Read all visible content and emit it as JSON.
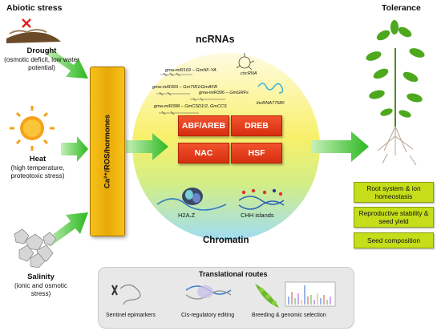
{
  "stress": {
    "title": "Abiotic stress",
    "drought": {
      "name": "Drought",
      "desc": "(osmotic deficit, low water potential)"
    },
    "heat": {
      "name": "Heat",
      "desc": "(high temperature, proteotoxic stress)"
    },
    "salinity": {
      "name": "Salinity",
      "desc": "(ionic and osmotic stress)"
    }
  },
  "hub": {
    "label": "Ca²⁺/ROS/hormones"
  },
  "ncrnas": {
    "title": "ncRNAs",
    "items": [
      "gma-miR169 – GmNF-YA",
      "circRNA",
      "gma-miR393 – GmTIR1/GmAFB",
      "gma-miR396 – GmGRFs",
      "lncRNA77580",
      "gma-miR398 – GmCSD1/2, GmCCS"
    ]
  },
  "tfs": [
    "ABF/AREB",
    "DREB",
    "NAC",
    "HSF"
  ],
  "chromatin": {
    "title": "Chromatin",
    "items": [
      "H2A.Z",
      "CHH islands"
    ]
  },
  "tolerance": {
    "title": "Tolerance",
    "outcomes": [
      "Root system & ion homeostasis",
      "Reproductive stability & seed yield",
      "Seed composition"
    ]
  },
  "translational": {
    "title": "Translational routes",
    "items": [
      "Sentinel epimarkers",
      "Cis-regulatory editing",
      "Breeding & genomic selection"
    ]
  },
  "colors": {
    "arrow_green": "#3cc72a",
    "hub_yellow": "#f2b812",
    "tf_red": "#e8401c",
    "outcome_green": "#c6dd1a"
  }
}
